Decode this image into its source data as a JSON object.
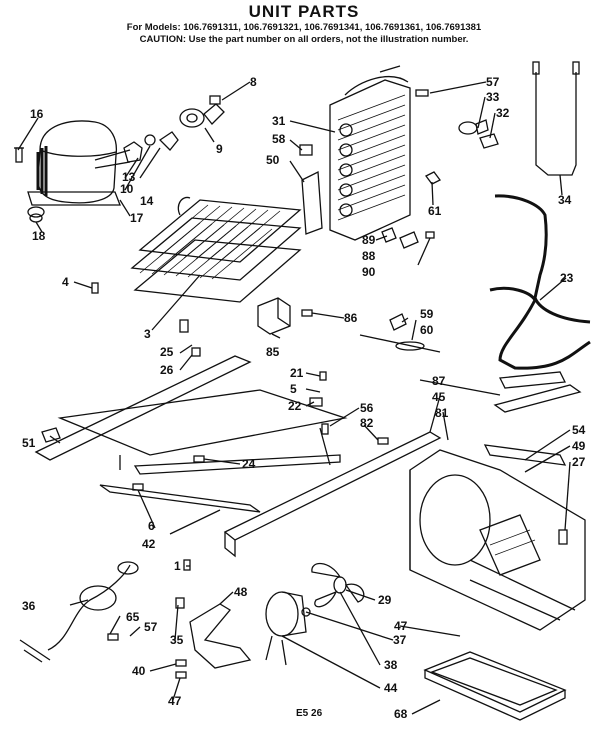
{
  "header": {
    "title": "UNIT PARTS",
    "models": "For Models: 106.7691311, 106.7691321, 106.7691341, 106.7691361, 106.7691381",
    "caution": "CAUTION: Use the part number on all orders, not the illustration number."
  },
  "footer": {
    "code": "E5 26"
  },
  "callouts": [
    {
      "id": "1"
    },
    {
      "id": "3"
    },
    {
      "id": "4"
    },
    {
      "id": "5"
    },
    {
      "id": "6"
    },
    {
      "id": "8"
    },
    {
      "id": "9"
    },
    {
      "id": "10"
    },
    {
      "id": "13"
    },
    {
      "id": "14"
    },
    {
      "id": "16"
    },
    {
      "id": "17"
    },
    {
      "id": "18"
    },
    {
      "id": "21"
    },
    {
      "id": "22"
    },
    {
      "id": "23"
    },
    {
      "id": "24"
    },
    {
      "id": "25"
    },
    {
      "id": "26"
    },
    {
      "id": "27"
    },
    {
      "id": "29"
    },
    {
      "id": "31"
    },
    {
      "id": "32"
    },
    {
      "id": "33"
    },
    {
      "id": "34"
    },
    {
      "id": "35"
    },
    {
      "id": "36"
    },
    {
      "id": "37"
    },
    {
      "id": "38"
    },
    {
      "id": "40"
    },
    {
      "id": "42"
    },
    {
      "id": "44"
    },
    {
      "id": "45"
    },
    {
      "id": "47"
    },
    {
      "id": "47b",
      "text": "47"
    },
    {
      "id": "48"
    },
    {
      "id": "49"
    },
    {
      "id": "50"
    },
    {
      "id": "51"
    },
    {
      "id": "54"
    },
    {
      "id": "56"
    },
    {
      "id": "57"
    },
    {
      "id": "57b",
      "text": "57"
    },
    {
      "id": "58"
    },
    {
      "id": "59"
    },
    {
      "id": "60"
    },
    {
      "id": "61"
    },
    {
      "id": "65"
    },
    {
      "id": "68"
    },
    {
      "id": "81"
    },
    {
      "id": "82"
    },
    {
      "id": "85"
    },
    {
      "id": "86"
    },
    {
      "id": "87"
    },
    {
      "id": "88"
    },
    {
      "id": "89"
    },
    {
      "id": "90"
    }
  ]
}
